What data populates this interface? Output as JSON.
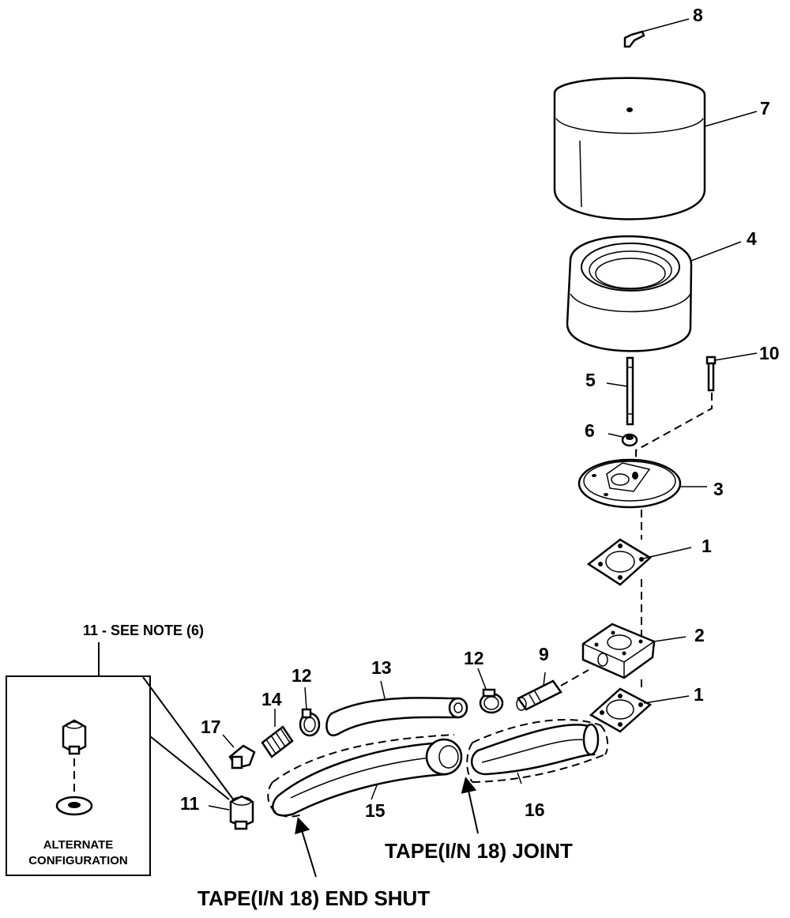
{
  "callouts": {
    "c1a": "1",
    "c1b": "1",
    "c2": "2",
    "c3": "3",
    "c4": "4",
    "c5": "5",
    "c6": "6",
    "c7": "7",
    "c8": "8",
    "c9": "9",
    "c10": "10",
    "c11": "11",
    "c12a": "12",
    "c12b": "12",
    "c13": "13",
    "c14": "14",
    "c15": "15",
    "c16": "16",
    "c17": "17"
  },
  "notes": {
    "see_note": "11 - SEE NOTE (6)",
    "alt_line1": "ALTERNATE",
    "alt_line2": "CONFIGURATION",
    "tape_joint": "TAPE(I/N 18) JOINT",
    "tape_end": "TAPE(I/N 18) END SHUT"
  }
}
